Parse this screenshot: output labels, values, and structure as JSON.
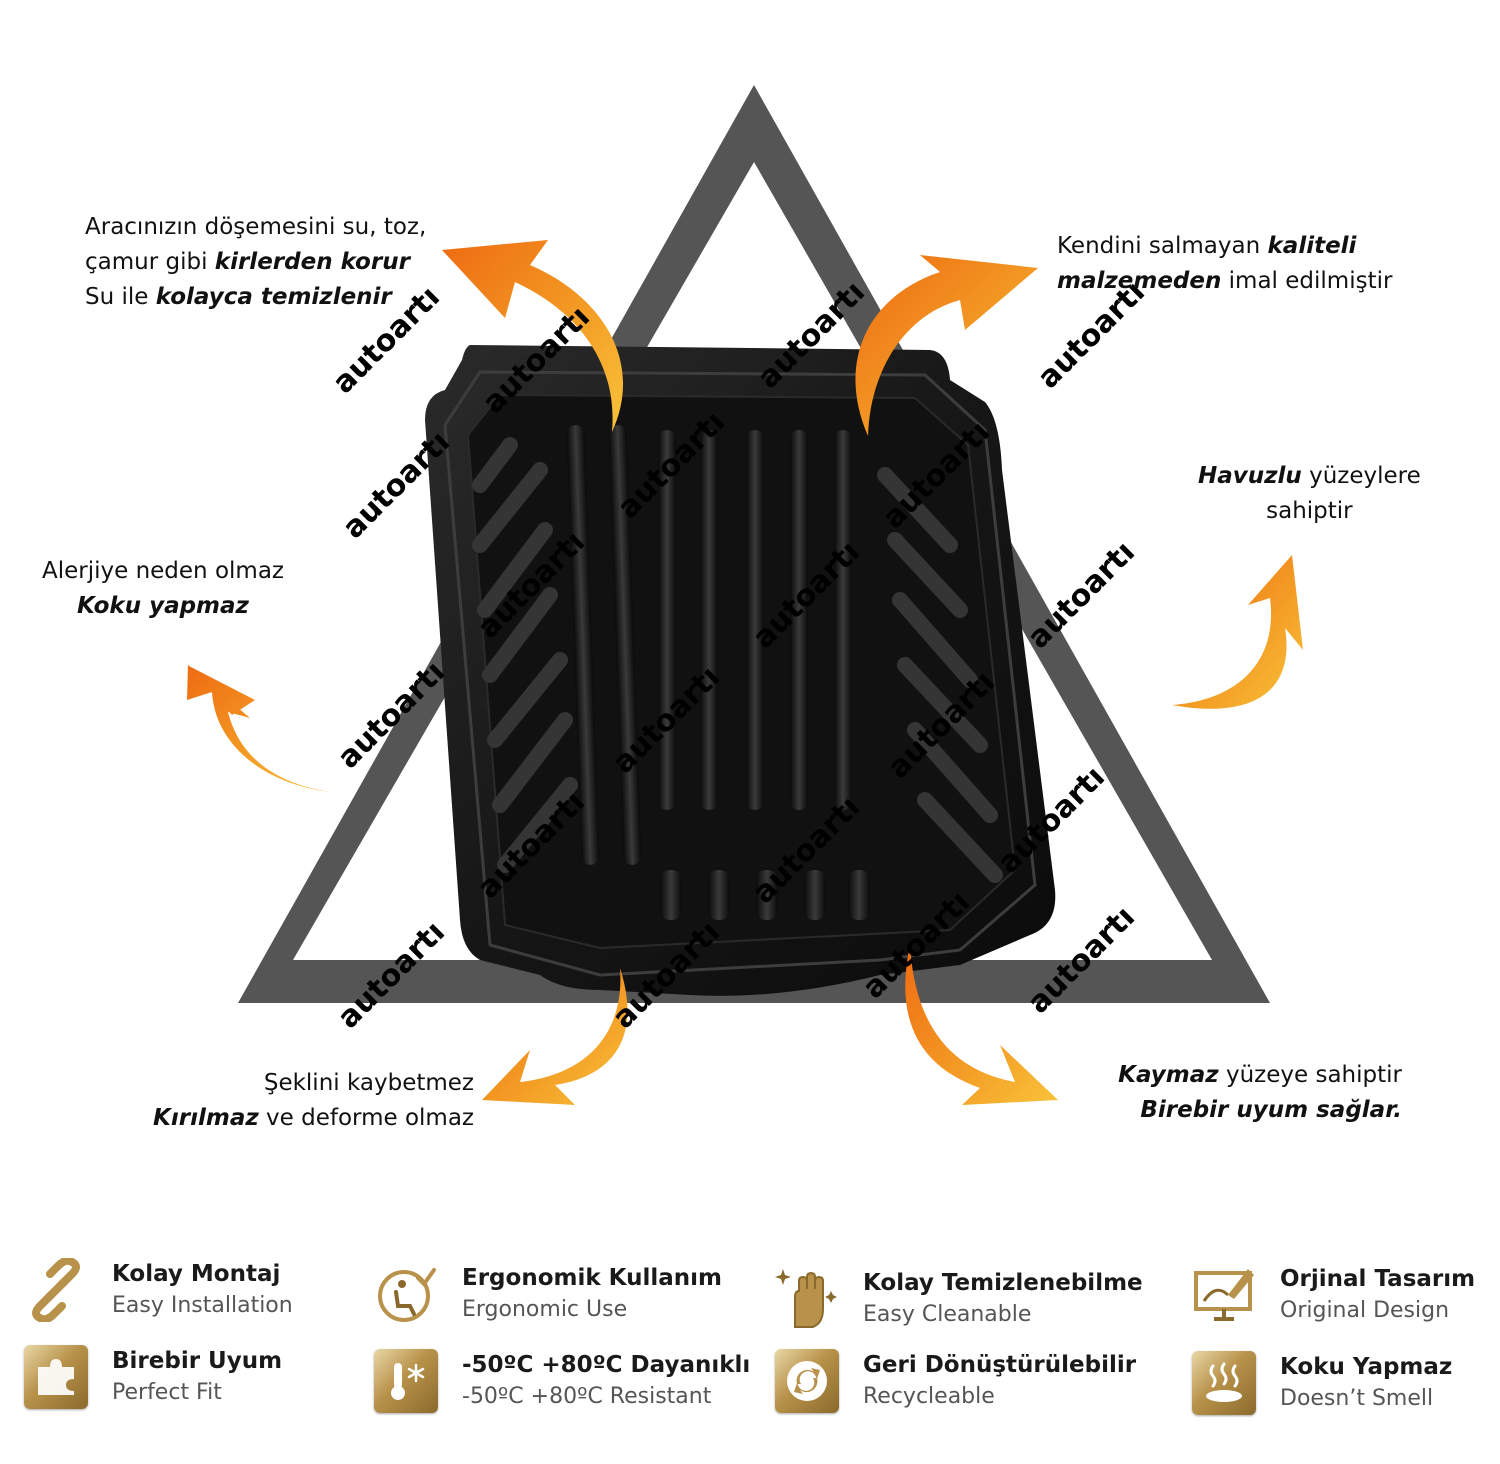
{
  "watermark": "autoartı",
  "colors": {
    "triangle": "#555555",
    "arrow_orange": "#f07f1a",
    "arrow_yellow": "#f7b733",
    "tray": "#1c1c1c",
    "gold": "#b8924a"
  },
  "callouts": [
    {
      "id": "top-left",
      "lines": [
        [
          {
            "t": "Aracınızın döşemesini su, toz,"
          }
        ],
        [
          {
            "t": "çamur  gibi "
          },
          {
            "t": "kirlerden korur",
            "em": true
          }
        ],
        [
          {
            "t": "Su ile "
          },
          {
            "t": "kolayca temizlenir",
            "em": true
          }
        ]
      ]
    },
    {
      "id": "top-right",
      "lines": [
        [
          {
            "t": "Kendini salmayan "
          },
          {
            "t": "kaliteli",
            "em": true
          }
        ],
        [
          {
            "t": "malzemeden",
            "em": true
          },
          {
            "t": " imal edilmiştir"
          }
        ]
      ]
    },
    {
      "id": "mid-right",
      "lines": [
        [
          {
            "t": "Havuzlu",
            "em": true
          },
          {
            "t": " yüzeylere"
          }
        ],
        [
          {
            "t": "sahiptir"
          }
        ]
      ]
    },
    {
      "id": "mid-left",
      "lines": [
        [
          {
            "t": "Alerjiye neden olmaz"
          }
        ],
        [
          {
            "t": "Koku yapmaz",
            "em": true
          }
        ]
      ]
    },
    {
      "id": "bottom-left",
      "lines": [
        [
          {
            "t": "Şeklini kaybetmez"
          }
        ],
        [
          {
            "t": "Kırılmaz",
            "em": true
          },
          {
            "t": " ve deforme olmaz"
          }
        ]
      ]
    },
    {
      "id": "bottom-right",
      "lines": [
        [
          {
            "t": "Kaymaz",
            "em": true
          },
          {
            "t": " yüzeye sahiptir"
          }
        ],
        [
          {
            "t": "Birebir uyum sağlar.",
            "em": true
          }
        ]
      ]
    }
  ],
  "features": [
    {
      "title": "Kolay Montaj",
      "subtitle": "Easy Installation",
      "icon": "chain-link-icon"
    },
    {
      "title": "Ergonomik Kullanım",
      "subtitle": "Ergonomic Use",
      "icon": "ergonomic-seat-icon"
    },
    {
      "title": "Kolay Temizlenebilme",
      "subtitle": "Easy Cleanable",
      "icon": "clean-hand-icon"
    },
    {
      "title": "Orjinal Tasarım",
      "subtitle": "Original Design",
      "icon": "design-monitor-icon"
    },
    {
      "title": "Birebir Uyum",
      "subtitle": "Perfect Fit",
      "icon": "puzzle-icon"
    },
    {
      "title": "-50ºC +80ºC Dayanıklı",
      "subtitle": "-50ºC +80ºC Resistant",
      "icon": "thermometer-snowflake-icon"
    },
    {
      "title": "Geri Dönüştürülebilir",
      "subtitle": "Recycleable",
      "icon": "recycle-icon"
    },
    {
      "title": "Koku Yapmaz",
      "subtitle": "Doesn’t Smell",
      "icon": "no-smell-icon"
    }
  ]
}
